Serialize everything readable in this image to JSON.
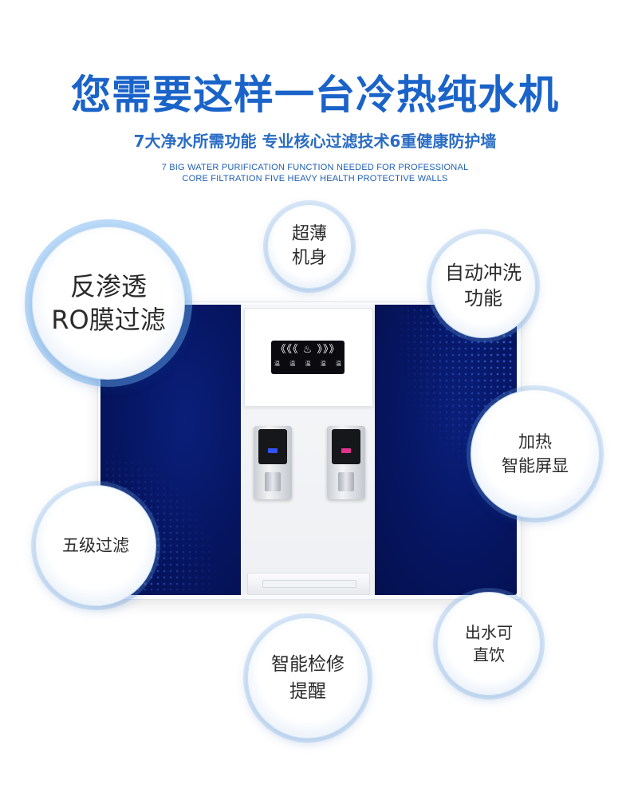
{
  "header": {
    "title": "您需要这样一台冷热纯水机",
    "subtitle": "7大净水所需功能  专业核心过滤技术6重健康防护墙",
    "english_line1": "7 BIG WATER PURIFICATION FUNCTION NEEDED FOR PROFESSIONAL",
    "english_line2": "CORE FILTRATION FIVE HEAVY HEALTH PROTECTIVE WALLS"
  },
  "machine": {
    "display_icons": "《《《 ♨ 》》》",
    "display_labels": [
      "温",
      "温",
      "温",
      "温",
      "温"
    ]
  },
  "features": {
    "ro": "反渗透\nRO膜过滤",
    "thin": "超薄\n机身",
    "wash": "自动冲洗\n功能",
    "heat": "加热\n智能屏显",
    "five": "五级过滤",
    "check": "智能检修\n提醒",
    "drink": "出水可\n直饮"
  },
  "colors": {
    "title": "#1a63c9",
    "panel": "#061561",
    "cold_led": "#3152f5",
    "hot_led": "#e0338c"
  }
}
